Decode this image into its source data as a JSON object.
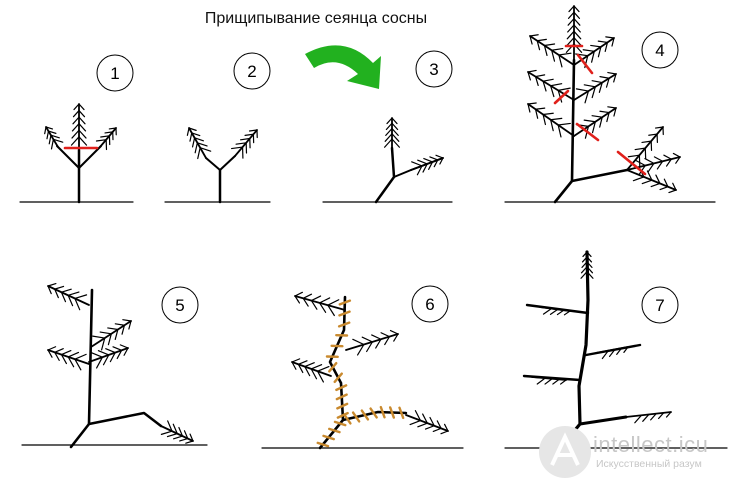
{
  "title": "Прищипывание сеянца сосны",
  "steps": [
    "1",
    "2",
    "3",
    "4",
    "5",
    "6",
    "7"
  ],
  "colors": {
    "line": "#000000",
    "cut": "#e0201b",
    "tie": "#c98a2f",
    "arrow": "#22b11f",
    "watermark": "#c7c7c7"
  },
  "icons": {
    "arrow": "curved-arrow-icon",
    "watermark": "intellect-logo-icon"
  },
  "watermark": {
    "name": "intellect.icu",
    "tagline": "Искусственный разум"
  }
}
